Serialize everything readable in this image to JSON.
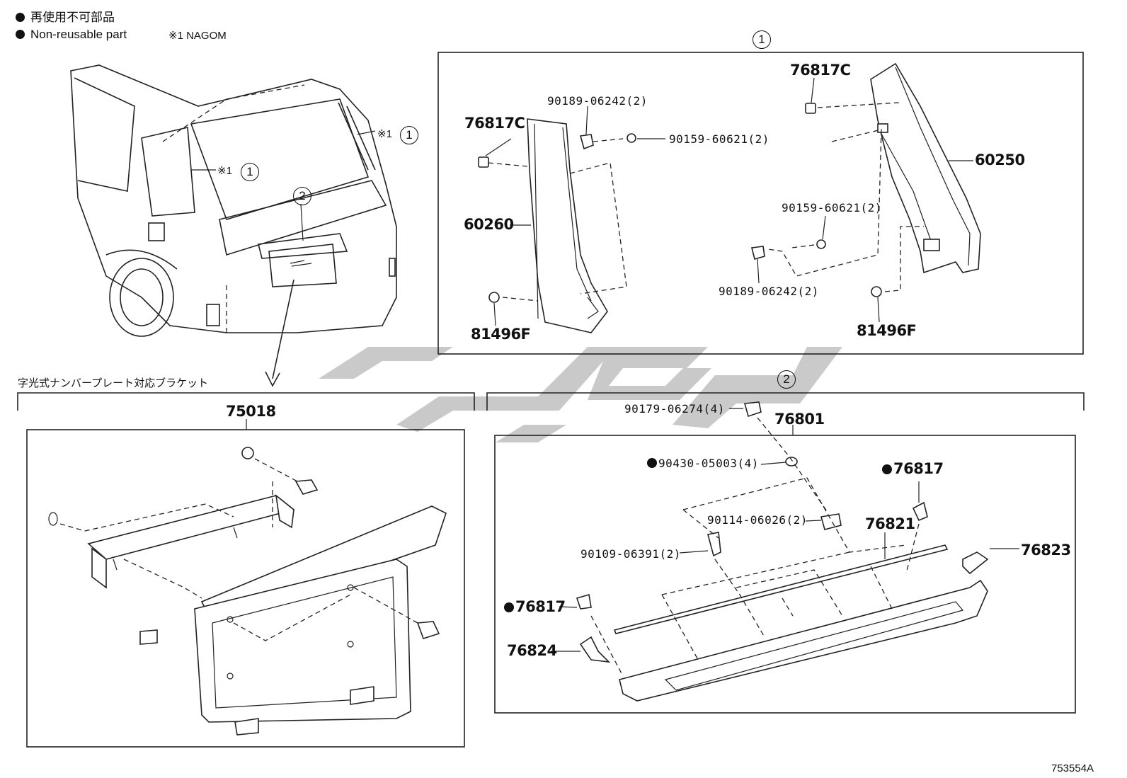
{
  "legend": {
    "line1_jp": "再使用不可部品",
    "line2_en": "Non-reusable part",
    "note": "※1 NAGOM"
  },
  "vehicle": {
    "callout_right": "※1",
    "callout_right_num": "1",
    "callout_left": "※1",
    "callout_left_num": "1",
    "callout_center_num": "2"
  },
  "section1": {
    "number": "1",
    "labels": {
      "p76817c_left": "76817C",
      "p90189_top": "90189-06242(2)",
      "p90159_top": "90159-60621(2)",
      "p60260": "60260",
      "p81496f_left": "81496F",
      "p76817c_right": "76817C",
      "p60250": "60250",
      "p90159_mid": "90159-60621(2)",
      "p90189_bot": "90189-06242(2)",
      "p81496f_right": "81496F"
    }
  },
  "bracket_section": {
    "title_jp": "字光式ナンバープレート対応ブラケット",
    "part": "75018"
  },
  "section2": {
    "number": "2",
    "labels": {
      "p90179": "90179-06274(4)",
      "p76801": "76801",
      "p90430": "90430-05003(4)",
      "p76817_top": "76817",
      "p90114": "90114-06026(2)",
      "p76821": "76821",
      "p90109": "90109-06391(2)",
      "p76823": "76823",
      "p76817_bot": "76817",
      "p76824": "76824"
    }
  },
  "watermark": {
    "color": "#c4c4c4"
  },
  "diagram_id": "753554A"
}
